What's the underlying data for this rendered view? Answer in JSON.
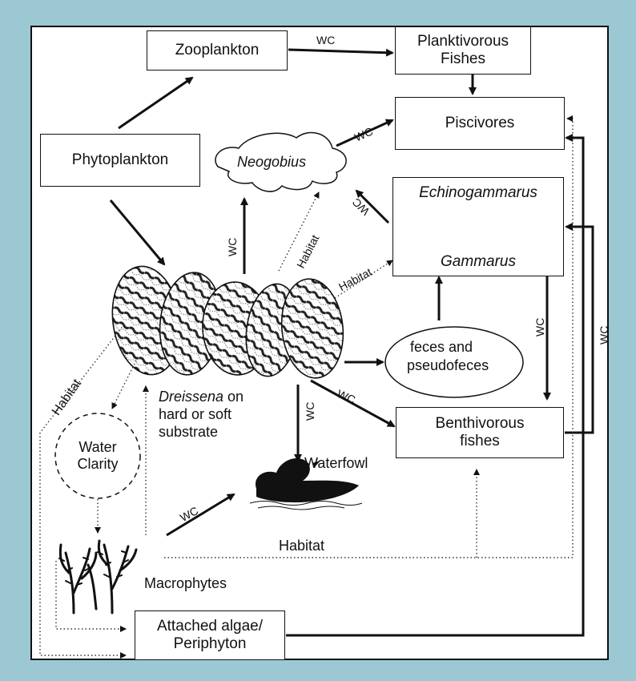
{
  "colors": {
    "frame": "#9cc8d3",
    "ink": "#111111",
    "panel": "#ffffff"
  },
  "nodes": {
    "zooplankton": "Zooplankton",
    "planktivorous_fishes": "Planktivorous Fishes",
    "piscivores": "Piscivores",
    "phytoplankton": "Phytoplankton",
    "neogobius": "Neogobius",
    "echinogammarus": "Echinogammarus",
    "gammarus": "Gammarus",
    "feces_line1": "feces and",
    "feces_line2": "pseudofeces",
    "benthivorous_fishes": "Benthivorous fishes",
    "dreissena_italic": "Dreissena",
    "dreissena_rest1": " on",
    "dreissena_rest2": "hard or soft",
    "dreissena_rest3": "substrate",
    "water_clarity": "Water Clarity",
    "waterfowl": "Waterfowl",
    "macrophytes": "Macrophytes",
    "attached_algae_line1": "Attached algae/",
    "attached_algae_line2": "Periphyton"
  },
  "edge_labels": {
    "wc": "WC",
    "habitat": "Habitat"
  },
  "icons": [
    "dreissena-mussel-cluster-icon",
    "waterfowl-duck-icon",
    "macrophyte-plant-icon"
  ]
}
